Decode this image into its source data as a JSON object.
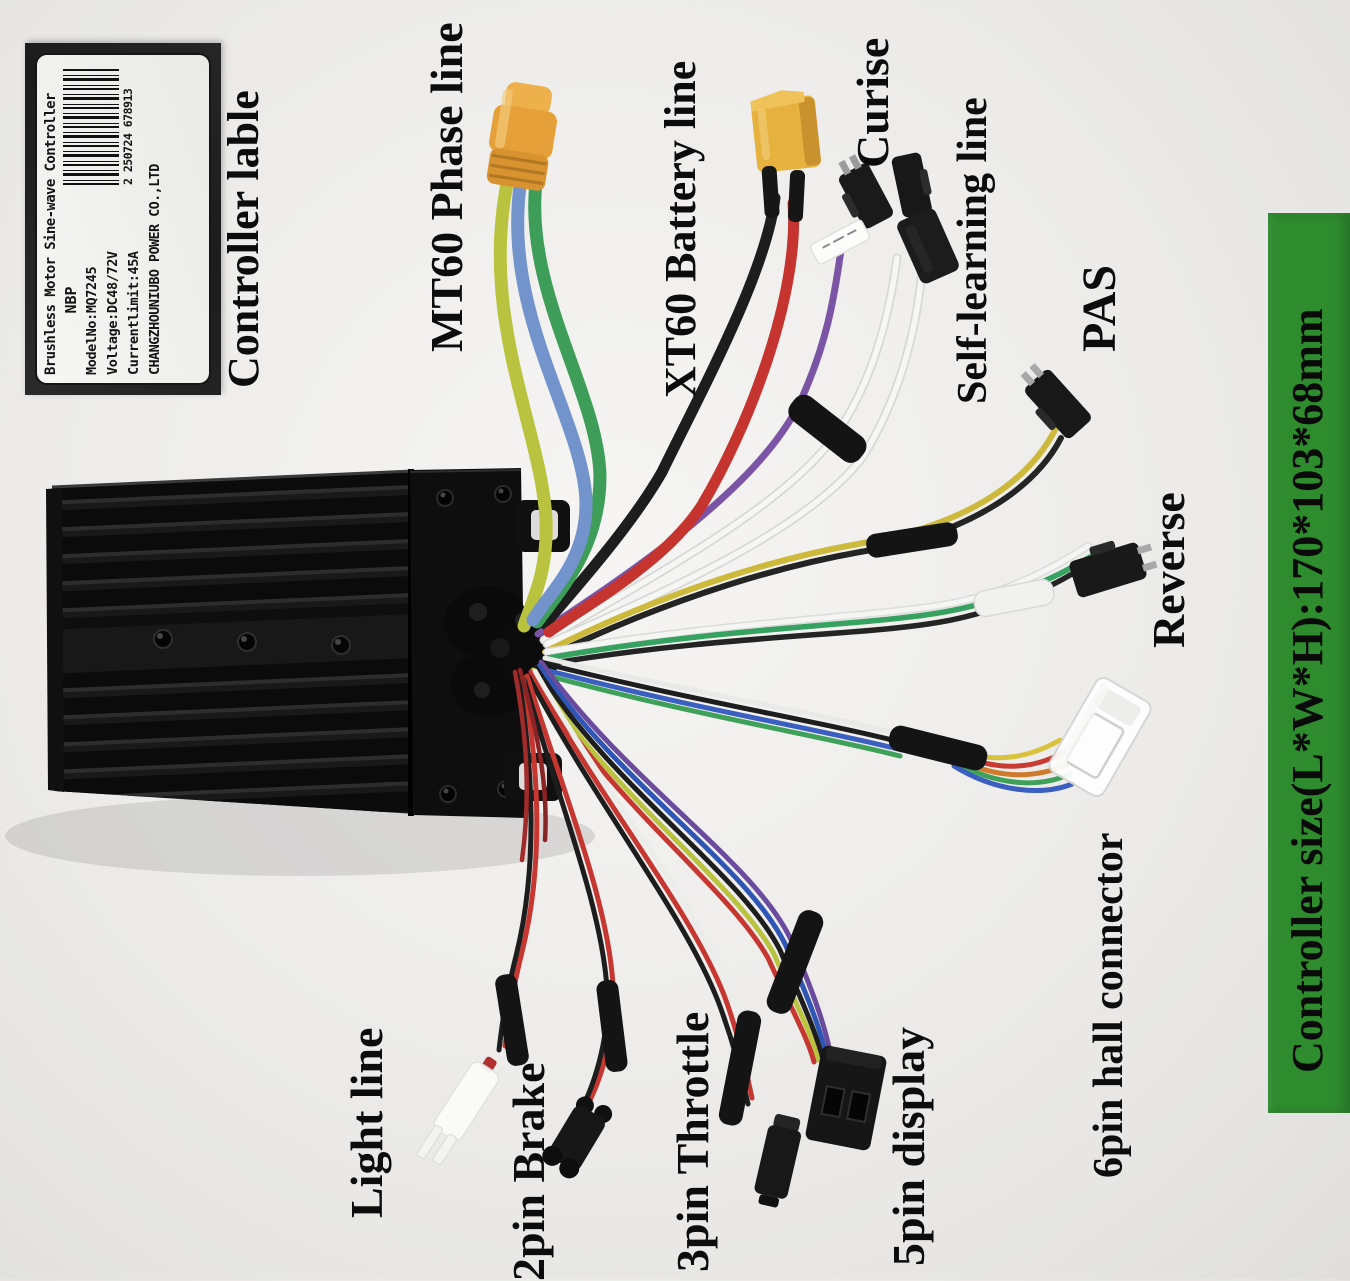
{
  "photo_subject": "Brushless sine-wave e-bike controller with labeled wiring harness",
  "annotations": [
    {
      "id": "controller-lable",
      "text": "Controller lable"
    },
    {
      "id": "mt60-phase-line",
      "text": "MT60 Phase line"
    },
    {
      "id": "xt60-battery-line",
      "text": "XT60 Battery line"
    },
    {
      "id": "curise",
      "text": "Curise"
    },
    {
      "id": "self-learning-line",
      "text": "Self-learning line"
    },
    {
      "id": "pas",
      "text": "PAS"
    },
    {
      "id": "reverse",
      "text": "Reverse"
    },
    {
      "id": "six-pin-hall",
      "text": "6pin hall connector"
    },
    {
      "id": "light-line",
      "text": "Light line"
    },
    {
      "id": "two-pin-brake",
      "text": "2pin Brake"
    },
    {
      "id": "three-pin-throttle",
      "text": "3pin Throttle"
    },
    {
      "id": "five-pin-display",
      "text": "5pin display"
    }
  ],
  "sticker": {
    "title": "Brushless Motor Sine-wave Controller",
    "brand": "NBP",
    "model": "ModelNo:MQ7245",
    "voltage": "Voltage:DC48/72V",
    "current_limit": "Currentlimit:45A",
    "serial": "2 250724 678913",
    "company": "CHANGZHOUNIUBO POWER CO.,LTD"
  },
  "banner": {
    "text": "Controller size(L*W*H):170*103*68mm",
    "background": "#2e8b2e",
    "text_color": "#0a0a0a"
  },
  "wire_colors": {
    "phase": [
      "#7293cc",
      "#b9c33f",
      "#3f9d5a"
    ],
    "battery": [
      "#c5342e",
      "#1d1d1d"
    ],
    "cruise_and_self_learning": "#f6f6f6",
    "pas": [
      "#cdb93c",
      "#222222"
    ],
    "reverse": [
      "#37a161",
      "#242424",
      "#f6f6f6"
    ],
    "hall": [
      "#3a5fc0",
      "#3fa05a",
      "#d9c33c",
      "#f6f6f6",
      "#c83a32",
      "#d07a2e"
    ],
    "display": [
      "#b9c33f",
      "#2f55b5",
      "#c63732",
      "#6a4b9e",
      "#1d1d1d"
    ],
    "throttle": [
      "#c63732",
      "#f0f0f0",
      "#1d1d1d"
    ],
    "brake": [
      "#c63732",
      "#1d1d1d"
    ],
    "light": [
      "#c63732",
      "#1d1d1d"
    ],
    "cruise_enable": "#7b54a6",
    "mt60_connector": "#e6a03a",
    "xt60_connector": "#e6b13e"
  }
}
